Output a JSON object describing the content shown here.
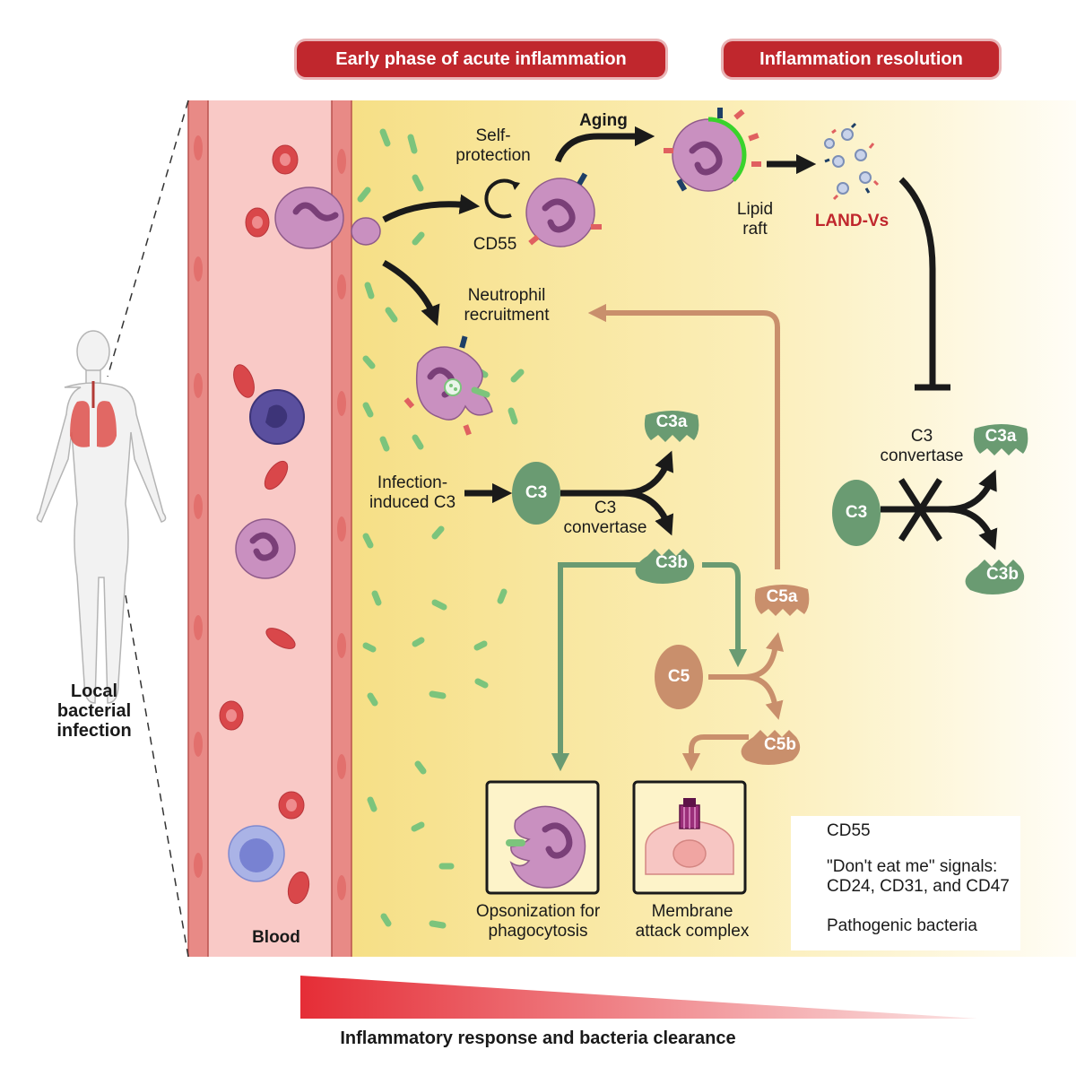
{
  "headers": {
    "early": "Early phase of acute inflammation",
    "resolution": "Inflammation resolution"
  },
  "labels": {
    "self_protection": "Self-\nprotection",
    "cd55": "CD55",
    "aging": "Aging",
    "lipid_raft": "Lipid\nraft",
    "land_vs": "LAND-Vs",
    "neutrophil_recruitment": "Neutrophil\nrecruitment",
    "infection_c3": "Infection-\ninduced C3",
    "c3_convertase": "C3\nconvertase",
    "c3_convertase_right": "C3\nconvertase",
    "opsonization": "Opsonization for\nphagocytosis",
    "mac": "Membrane\nattack complex",
    "blood": "Blood",
    "local_infection": "Local\nbacterial\ninfection",
    "gradient": "Inflammatory response and bacteria clearance"
  },
  "molecules": {
    "c3": "C3",
    "c3a": "C3a",
    "c3b": "C3b",
    "c5": "C5",
    "c5a": "C5a",
    "c5b": "C5b",
    "c3_right": "C3",
    "c3a_right": "C3a",
    "c3b_right": "C3b"
  },
  "legend": {
    "cd55": "CD55",
    "dont_eat_me": "\"Don't eat me\" signals:\nCD24, CD31, and CD47",
    "bacteria": "Pathogenic bacteria"
  },
  "colors": {
    "header_red": "#c0272d",
    "green": "#6a9b72",
    "tan": "#c98f6c",
    "land_red": "#c0272d",
    "raft_green": "#39d32c",
    "cd55_red": "#e06060",
    "signal_blue": "#1e3f66",
    "bacteria_green": "#7cc47c"
  }
}
